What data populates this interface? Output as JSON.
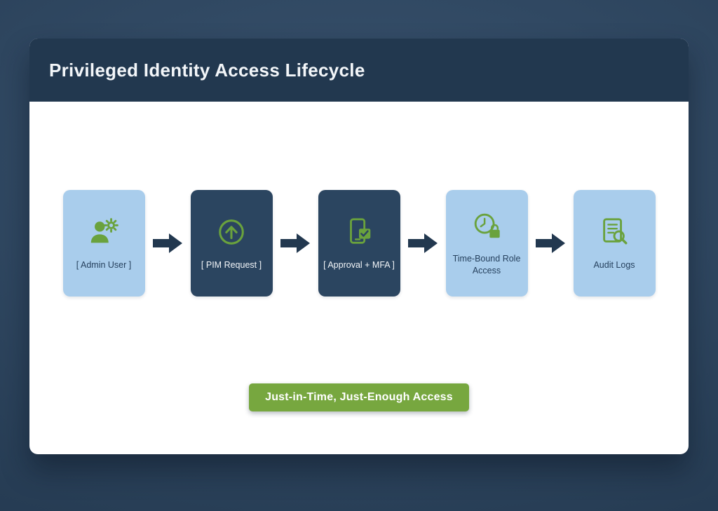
{
  "header": {
    "title": "Privileged Identity Access Lifecycle"
  },
  "flow": {
    "steps": [
      {
        "label": "[ Admin User ]",
        "variant": "light",
        "icon": "admin-user-gear-icon"
      },
      {
        "label": "[ PIM Request ]",
        "variant": "dark",
        "icon": "upload-circle-icon"
      },
      {
        "label": "[ Approval + MFA ]",
        "variant": "dark",
        "icon": "phone-check-icon"
      },
      {
        "label": "Time-Bound Role Access",
        "variant": "light",
        "icon": "clock-lock-icon"
      },
      {
        "label": "Audit Logs",
        "variant": "light",
        "icon": "document-magnifier-icon"
      }
    ]
  },
  "footer": {
    "badge": "Just-in-Time, Just-Enough Access"
  },
  "colors": {
    "background": "#2a4664",
    "header": "#22384f",
    "box_light": "#a9cdec",
    "box_dark": "#2b4560",
    "arrow": "#22384f",
    "icon_green": "#6aa23d",
    "badge_green": "#77a73f"
  }
}
